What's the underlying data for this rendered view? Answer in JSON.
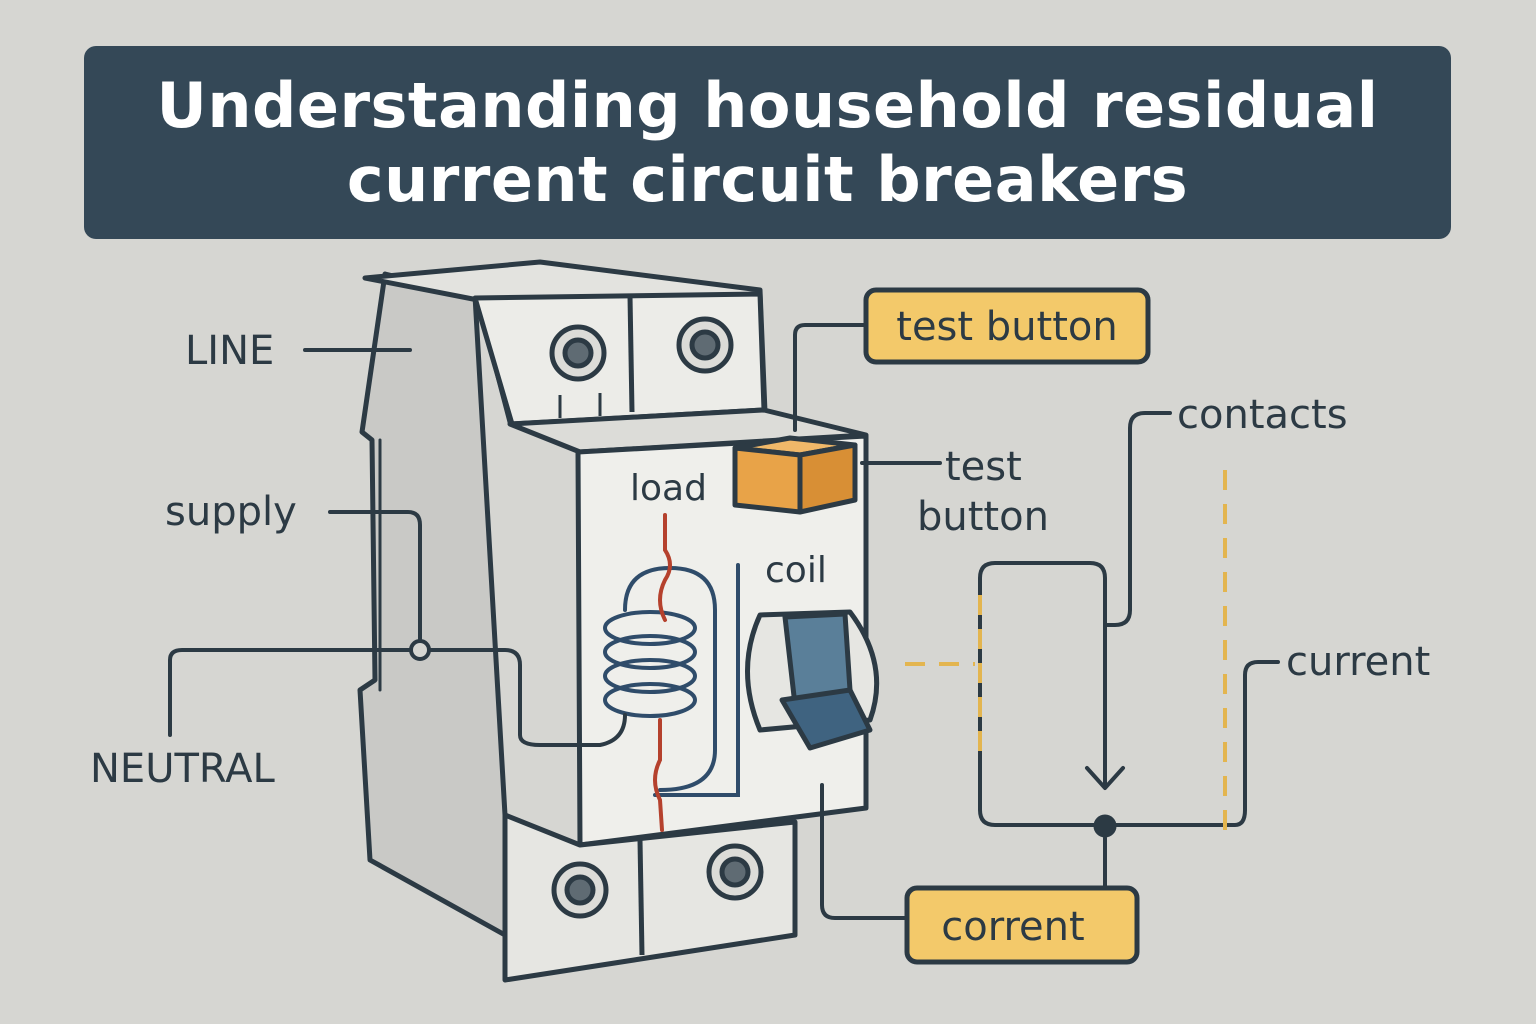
{
  "title": "Understanding household residual current circuit breakers",
  "labels": {
    "line": "LINE",
    "supply": "supply",
    "neutral": "NEUTRAL",
    "load": "load",
    "coil": "coil",
    "test_button_box": "test button",
    "test_button_side_line1": "test",
    "test_button_side_line2": "button",
    "contacts": "contacts",
    "current": "current",
    "corrent_box": "corrent"
  },
  "colors": {
    "background": "#d6d6d2",
    "banner": "#344857",
    "outline": "#2c3a44",
    "body_face": "#efefeb",
    "body_side": "#c9c9c6",
    "test_button": "#e8a348",
    "label_box": "#f3c96a",
    "toggle": "#5a7f99",
    "wire_red": "#b5412d",
    "wire_blue": "#2f4c6a",
    "dashed_yellow": "#e3b54f"
  }
}
